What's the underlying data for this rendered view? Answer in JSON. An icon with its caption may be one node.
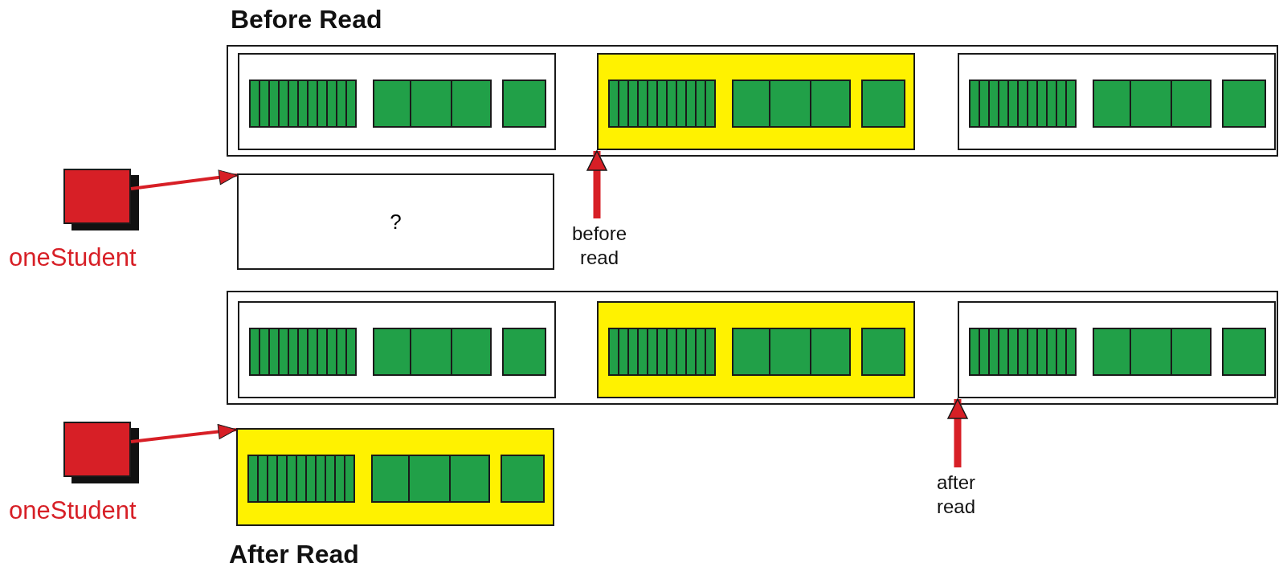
{
  "diagram": {
    "nodes": [
      {
        "text": [],
        "shape": "box"
      },
      {
        "text": [],
        "shape": "box",
        "in": 0
      },
      {
        "text": [],
        "shape": "box",
        "in": 0
      },
      {
        "text": [],
        "shape": "box",
        "in": 0
      },
      {
        "text": [
          "oneStudent"
        ]
      },
      {
        "text": [
          "?"
        ]
      },
      {
        "text": [
          "before read"
        ]
      },
      {
        "text": [],
        "shape": "box"
      },
      {
        "text": [],
        "shape": "box",
        "in": 7
      },
      {
        "text": [],
        "shape": "box",
        "in": 7
      },
      {
        "text": [],
        "shape": "box",
        "in": 7
      },
      {
        "text": [
          "oneStudent"
        ]
      },
      {
        "text": [],
        "shape": "box"
      },
      {
        "text": [
          "after read"
        ]
      }
    ],
    "edges": [
      {
        "from": 4,
        "to": 5,
        "arrow": "to"
      },
      {
        "from": 6,
        "to": 2,
        "arrow": "to",
        "style": "thick"
      },
      {
        "from": 11,
        "to": 12,
        "arrow": "to"
      },
      {
        "from": 13,
        "to": 10,
        "arrow": "to",
        "style": "thick"
      }
    ],
    "labels": [
      "Before Read",
      "After Read"
    ]
  }
}
